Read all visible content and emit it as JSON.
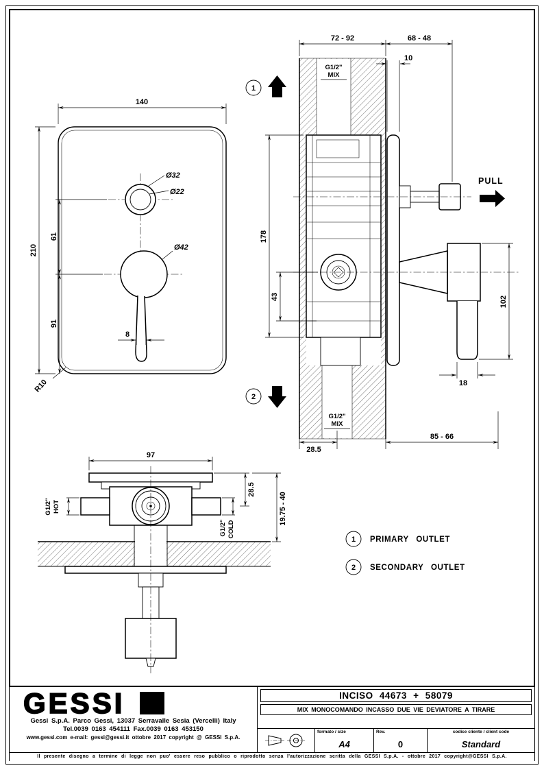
{
  "front_view": {
    "dim_width": "140",
    "dim_height": "210",
    "dim_upper": "61",
    "dim_lower": "91",
    "dim_handle": "8",
    "dim_radius": "R10",
    "dia_outer": "Ø32",
    "dia_inner": "Ø22",
    "dia_handle": "Ø42"
  },
  "section_view": {
    "dim_depth_range_left": "72 - 92",
    "dim_depth_range_right": "68 - 48",
    "dim_plate": "10",
    "thread_top": "G1/2\"",
    "thread_top_label": "MIX",
    "marker_primary": "1",
    "marker_secondary": "2",
    "dim_body_height": "178",
    "dim_outlet_offset": "43",
    "pull_label": "PULL",
    "dim_handle_height": "102",
    "dim_handle_width": "18",
    "dim_bottom_offset": "28.5",
    "dim_bottom_range": "85 - 66",
    "thread_bottom": "G1/2\"",
    "thread_bottom_label": "MIX"
  },
  "plan_view": {
    "dim_width": "97",
    "thread_hot": "G1/2\"",
    "hot_label": "HOT",
    "thread_cold": "G1/2\"",
    "cold_label": "COLD",
    "dim_offset": "28.5",
    "dim_depth_range": "19.75 - 40"
  },
  "legend": {
    "items": [
      {
        "marker": "1",
        "label": "PRIMARY OUTLET"
      },
      {
        "marker": "2",
        "label": "SECONDARY OUTLET"
      }
    ]
  },
  "title_block": {
    "logo_text": "GESSI",
    "address": "Gessi S.p.A. Parco Gessi, 13037 Serravalle Sesia (Vercelli) Italy",
    "phone": "Tel.0039 0163 454111 Fax.0039 0163 453150",
    "web_line": "www.gessi.com e-mail: gessi@gessi.it ottobre 2017 copyright @ GESSI S.p.A.",
    "drawing_title": "INCISO 44673 + 58079",
    "drawing_subtitle": "MIX MONOCOMANDO INCASSO DUE VIE DEVIATORE A TIRARE",
    "format_label": "formato / size",
    "format_value": "A4",
    "rev_label": "Rev.",
    "rev_value": "0",
    "client_code_label": "codice cliente / client code",
    "client_code_value": "Standard",
    "legal": "Il presente disegno a termine di legge non puo' essere reso pubblico o riprodotto senza l'autorizzazione scritta della GESSI S.p.A. - ottobre 2017 copyright@GESSI S.p.A."
  }
}
